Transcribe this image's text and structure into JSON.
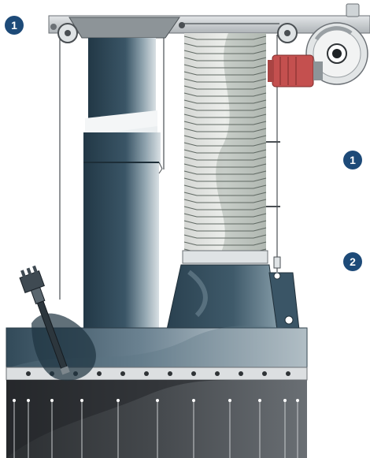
{
  "callouts": [
    {
      "id": "badge-1-top",
      "label": "1"
    },
    {
      "id": "badge-1-right",
      "label": "1"
    },
    {
      "id": "badge-2-right",
      "label": "2"
    }
  ],
  "colors": {
    "badge": "#1d4a78",
    "column_dark": "#27404f",
    "column_mid": "#3a5566",
    "column_light": "#d7dde2",
    "bellows_light": "#e4e6e4",
    "bellows_dark": "#9aa39d",
    "motor_red": "#c4504f",
    "frame_grey": "#bfc3c6",
    "base_dark": "#3a3d40"
  },
  "components": [
    "top-frame",
    "pulley-left",
    "pulley-right",
    "drive-wheel",
    "electric-motor",
    "lift-column",
    "bellows",
    "conical-support",
    "probe-sensor",
    "base-housing",
    "skirt-panel"
  ]
}
